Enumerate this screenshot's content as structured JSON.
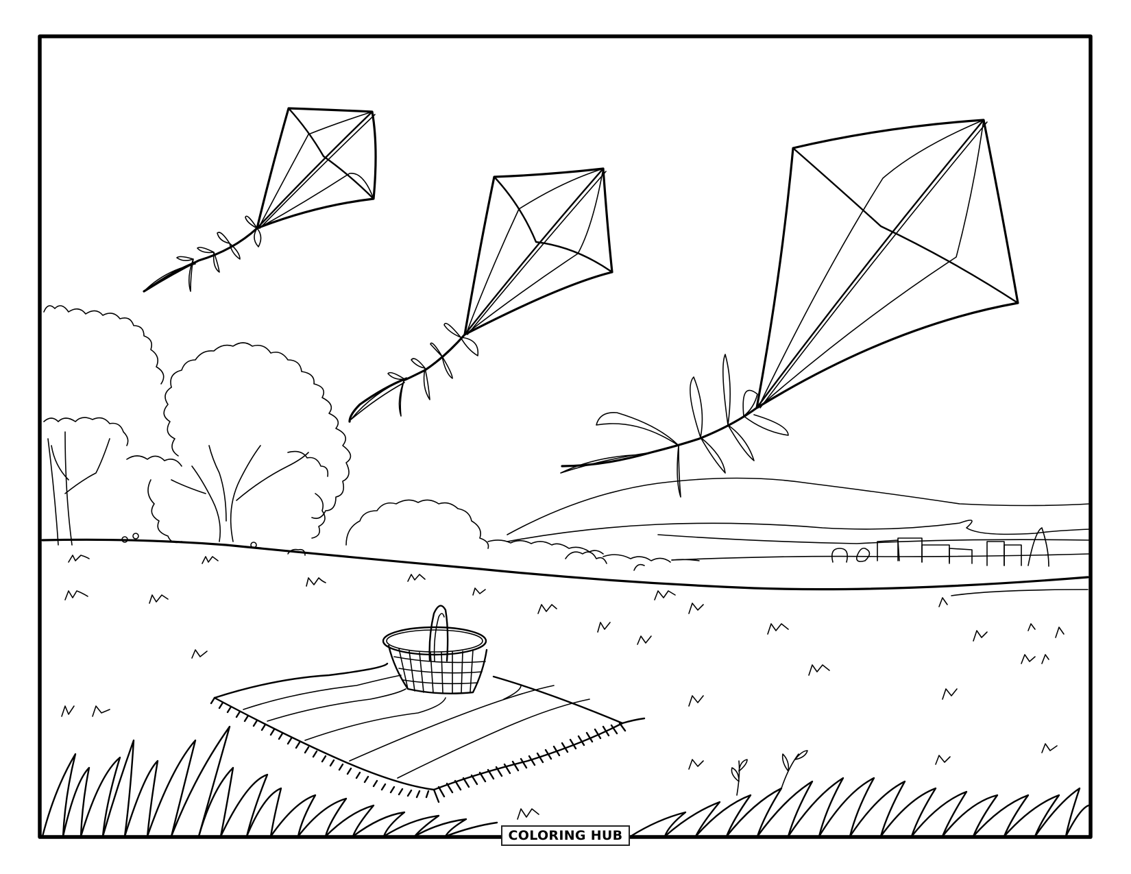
{
  "page": {
    "type": "coloring-page",
    "subject": "Kites flying over a park picnic"
  },
  "branding": {
    "logo_text": "COLORING HUB"
  },
  "colors": {
    "background": "#ffffff",
    "line": "#000000"
  },
  "scene": {
    "elements": [
      {
        "name": "kite-small",
        "description": "small kite with bowed tail, upper left"
      },
      {
        "name": "kite-medium",
        "description": "medium kite with bowed tail, center"
      },
      {
        "name": "kite-large",
        "description": "large kite with ribbon tail, right"
      },
      {
        "name": "trees",
        "description": "bushy deciduous trees at left"
      },
      {
        "name": "hills",
        "description": "rolling hills in the distance"
      },
      {
        "name": "town-skyline",
        "description": "small buildings on the horizon at right"
      },
      {
        "name": "picnic-blanket",
        "description": "striped blanket with fringed edges"
      },
      {
        "name": "picnic-basket",
        "description": "woven basket with handle"
      },
      {
        "name": "grass-tufts",
        "description": "scattered grass tufts over meadow"
      },
      {
        "name": "foreground-grass",
        "description": "tall grass blades along the bottom"
      }
    ]
  }
}
